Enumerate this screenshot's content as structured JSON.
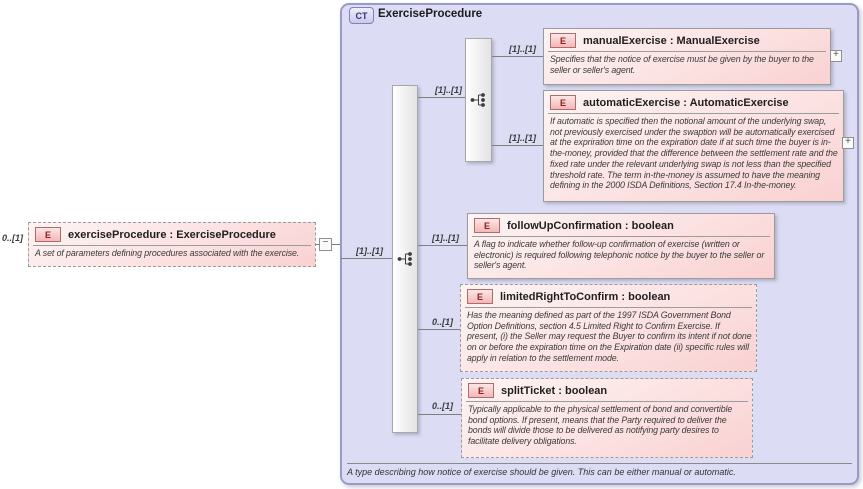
{
  "diagram": {
    "root_element": {
      "cardinality": "0..[1]",
      "kind_badge": "E",
      "title": "exerciseProcedure : ExerciseProcedure",
      "annotation": "A set of parameters defining procedures associated with the exercise."
    },
    "complex_type": {
      "kind_badge": "CT",
      "title": "ExerciseProcedure",
      "footer_annotation": "A type describing how notice of exercise should be given. This can be either manual or automatic."
    },
    "sequence_cardinality": "[1]..[1]",
    "choice_cardinality": "[1]..[1]",
    "children": [
      {
        "kind_badge": "E",
        "cardinality": "[1]..[1]",
        "title": "manualExercise : ManualExercise",
        "annotation": "Specifies that the notice of exercise must be given by the buyer to the seller or seller's agent."
      },
      {
        "kind_badge": "E",
        "cardinality": "[1]..[1]",
        "title": "automaticExercise : AutomaticExercise",
        "annotation": "If automatic is specified then the notional amount of the underlying swap, not previously exercised under the swaption will be automatically exercised at the expriration time on the expiration date if at such time the buyer is in-the-money, provided that the difference between the settlement rate and the fixed rate under the relevant underlying swap is not less than the specified threshold rate. The term in-the-money is assumed to have the meaning defining in the 2000 ISDA Definitions, Section 17.4 In-the-money."
      },
      {
        "kind_badge": "E",
        "cardinality": "[1]..[1]",
        "title": "followUpConfirmation : boolean",
        "annotation": "A flag to indicate whether follow-up confirmation of exercise (written or electronic) is required following telephonic notice by the buyer to the seller or seller's agent."
      },
      {
        "kind_badge": "E",
        "cardinality": "0..[1]",
        "title": "limitedRightToConfirm : boolean",
        "annotation": "Has the meaning defined as part of the 1997 ISDA Government Bond Option Definitions, section 4.5 Limited Right to Confirm Exercise. If present, (i) the Seller may request the Buyer to confirm its intent if not done on or before the expiration time on the Expiration date (ii) specific rules will apply in relation to the settlement mode."
      },
      {
        "kind_badge": "E",
        "cardinality": "0..[1]",
        "title": "splitTicket : boolean",
        "annotation": "Typically applicable to the physical settlement of bond and convertible bond options. If present, means that the Party required to deliver the bonds will divide those to be delivered as notifying party desires to facilitate delivery obligations."
      }
    ],
    "icons": {
      "collapse_glyph": "−",
      "expand_glyph": "+"
    }
  }
}
